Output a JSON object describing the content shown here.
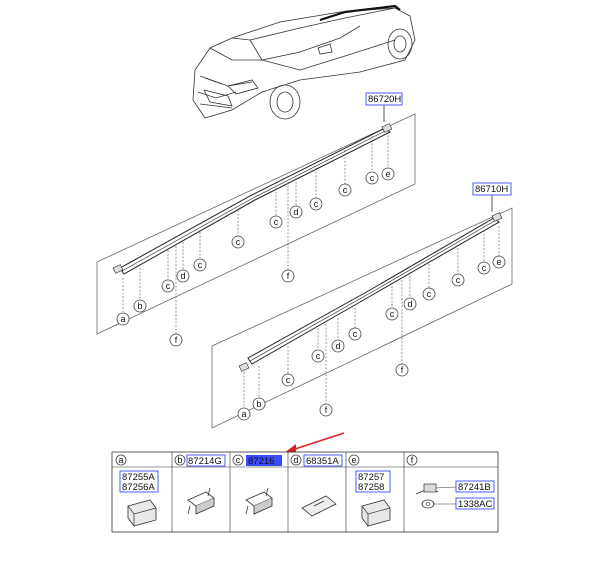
{
  "assemblies": {
    "upper_part": "86720H",
    "lower_part": "86710H"
  },
  "callout_letters": [
    "a",
    "b",
    "c",
    "d",
    "e",
    "f"
  ],
  "legend": {
    "cells": [
      {
        "letter": "a",
        "parts": [
          "87255A",
          "87256A"
        ]
      },
      {
        "letter": "b",
        "parts": [
          "87214G"
        ]
      },
      {
        "letter": "c",
        "parts": [
          "87216"
        ]
      },
      {
        "letter": "d",
        "parts": [
          "68351A"
        ]
      },
      {
        "letter": "e",
        "parts": [
          "87257",
          "87258"
        ]
      },
      {
        "letter": "f",
        "parts": [
          "87241B",
          "1338AC"
        ]
      }
    ]
  },
  "colors": {
    "highlight": "#3b4bff",
    "arrow": "#e02020",
    "line": "#333333"
  }
}
